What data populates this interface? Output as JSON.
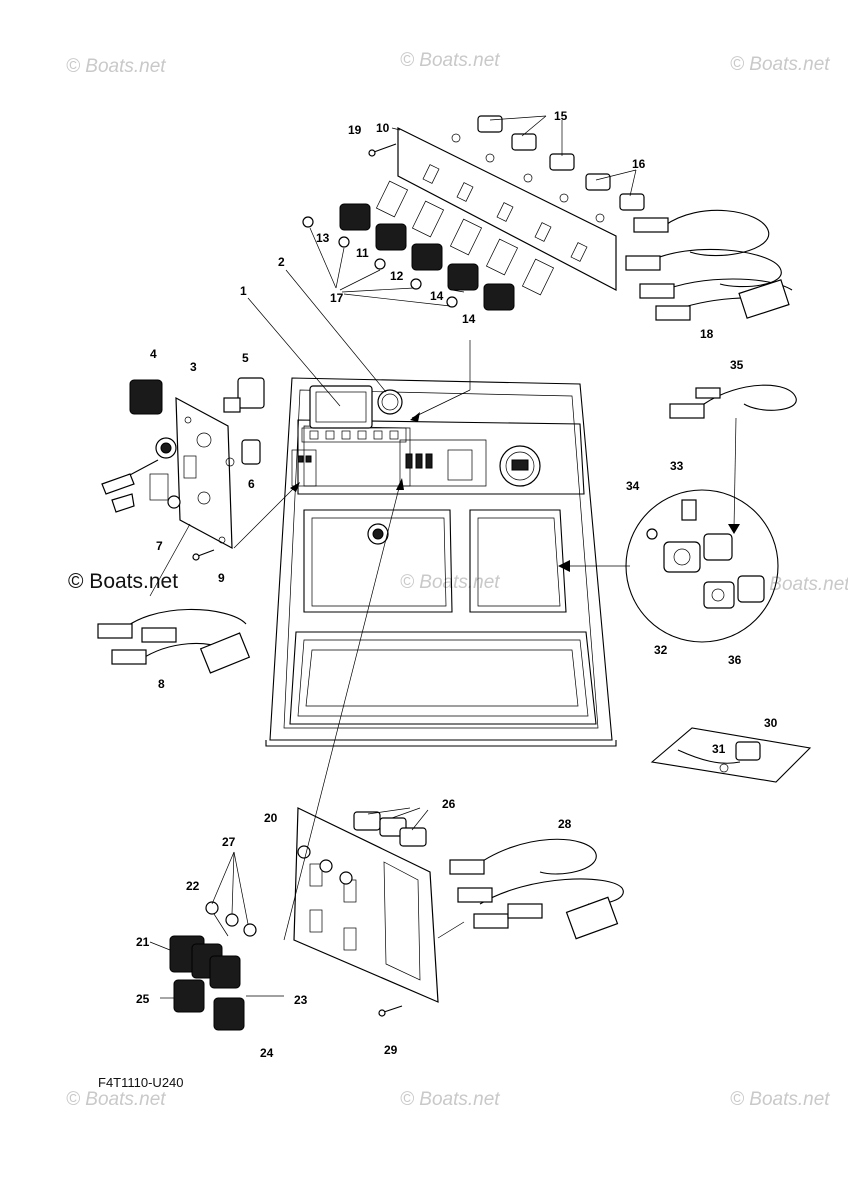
{
  "watermark": {
    "text": "© Boats.net",
    "faint_color": "#c9c9c9",
    "strong_color": "#111111"
  },
  "figure_code": "F4T1110-U240",
  "callouts": {
    "c1": "1",
    "c2": "2",
    "c3": "3",
    "c4": "4",
    "c5": "5",
    "c6": "6",
    "c7": "7",
    "c8": "8",
    "c9": "9",
    "c10": "10",
    "c11": "11",
    "c12": "12",
    "c13": "13",
    "c14a": "14",
    "c14b": "14",
    "c15": "15",
    "c16": "16",
    "c17": "17",
    "c18": "18",
    "c19": "19",
    "c20": "20",
    "c21": "21",
    "c22": "22",
    "c23": "23",
    "c24": "24",
    "c25": "25",
    "c26": "26",
    "c27": "27",
    "c28": "28",
    "c29": "29",
    "c30": "30",
    "c31": "31",
    "c32": "32",
    "c33": "33",
    "c34": "34",
    "c35": "35",
    "c36": "36"
  }
}
